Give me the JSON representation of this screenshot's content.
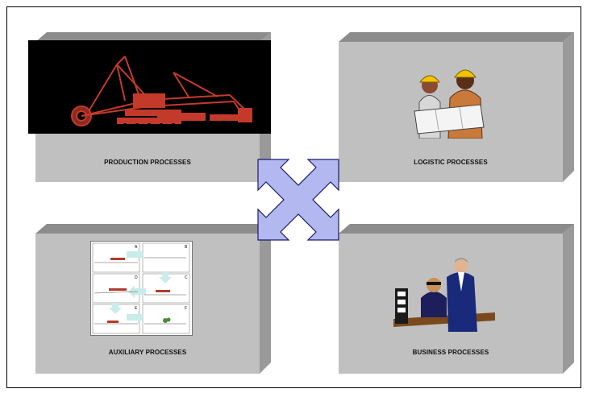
{
  "blocks": {
    "production": {
      "label": "PRODUCTION PROCESSES"
    },
    "logistic": {
      "label": "LOGISTIC PROCESSES"
    },
    "auxiliary": {
      "label": "AUXILIARY PROCESSES"
    },
    "business": {
      "label": "BUSINESS PROCESSES"
    }
  },
  "icons": {
    "center": "four-way-arrow-icon",
    "production": "bucket-wheel-excavator-icon",
    "logistic": "engineers-with-blueprint-icon",
    "auxiliary": "process-steps-diagram-icon",
    "business": "business-meeting-icon"
  },
  "colors": {
    "block_face": "#c0c0c0",
    "block_top": "#8c8c8c",
    "block_side": "#9a9a9a",
    "arrow_fill": "#b3b8f0",
    "arrow_stroke": "#1a1a6e",
    "excavator": "#c43a2a"
  }
}
